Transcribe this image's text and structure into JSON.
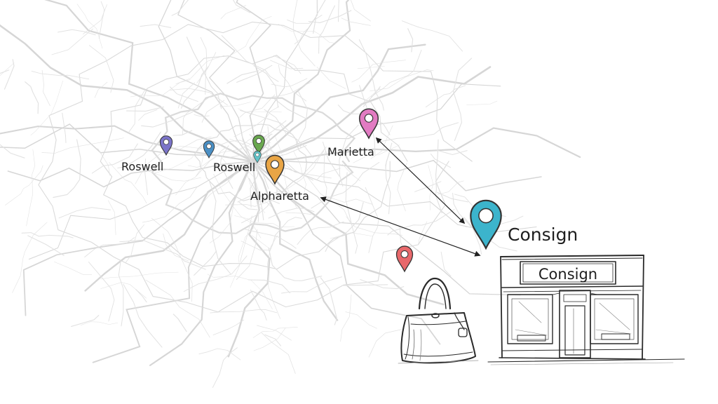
{
  "map": {
    "pins": [
      {
        "name": "pin-purple",
        "color": "#7b74c9"
      },
      {
        "name": "pin-blue",
        "color": "#4a8fc4"
      },
      {
        "name": "pin-green",
        "color": "#6aa84f"
      },
      {
        "name": "pin-teal-small",
        "color": "#5fc2c7"
      },
      {
        "name": "pin-orange",
        "color": "#e9a545"
      },
      {
        "name": "pin-pink",
        "color": "#e27bc2"
      },
      {
        "name": "pin-cyan-large",
        "color": "#3cb4cc"
      },
      {
        "name": "pin-red",
        "color": "#e8686b"
      }
    ],
    "labels": {
      "roswell_left": "Roswell",
      "roswell_right": "Roswell",
      "alpharetta": "Alpharetta",
      "marietta": "Marietta"
    }
  },
  "store": {
    "pin_label": "Consign",
    "sign_text": "Consign"
  },
  "icons": {
    "handbag": "handbag-icon",
    "storefront": "storefront-icon"
  }
}
